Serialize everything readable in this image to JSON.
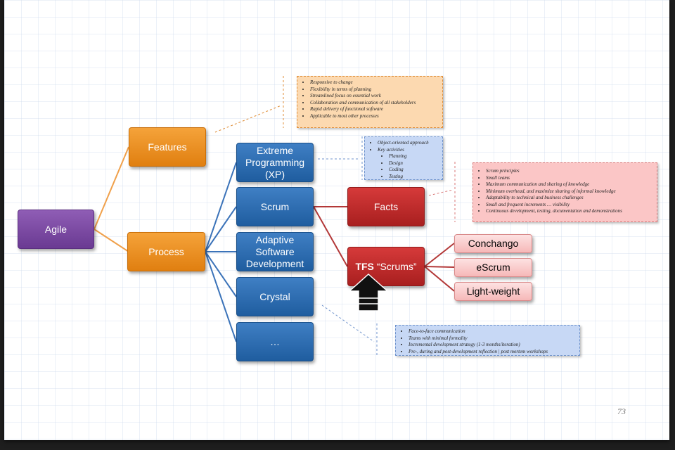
{
  "nodes": {
    "agile": "Agile",
    "features": "Features",
    "process": "Process",
    "xp": "Extreme\nProgramming\n(XP)",
    "scrum": "Scrum",
    "asd": "Adaptive\nSoftware\nDevelopment",
    "crystal": "Crystal",
    "more": "…",
    "facts": "Facts",
    "tfs_bold": "TFS",
    "tfs_rest": " “Scrums”",
    "conchango": "Conchango",
    "escrum": "eScrum",
    "lightweight": "Light-weight"
  },
  "notes": {
    "features": [
      "Responsive to change",
      "Flexibility in terms of planning",
      "Streamlined focus on essential work",
      "Collaboration and communication of all stakeholders",
      "Rapid delivery of functional software",
      "Applicable to most other processes"
    ],
    "xp": {
      "items": [
        "Object-oriented approach",
        "Key activities"
      ],
      "sub_items": [
        "Planning",
        "Design",
        "Coding",
        "Testing"
      ]
    },
    "facts": [
      "Scrum principles",
      "Small teams",
      "Maximum communication and sharing of knowledge",
      "Minimum overhead, and maximize sharing of informal knowledge",
      "Adaptability to technical and business challenges",
      "Small and frequent increments … visibility",
      "Continuous development, testing, documentation and demonstrations"
    ],
    "crystal": [
      "Face-to-face  communication",
      "Teams with minimal formality",
      "Incremental development strategy (1-3 months/iteration)",
      "Pre-, during and post-development reflection | post mortem workshops"
    ]
  },
  "page_number": "73",
  "colors": {
    "agile": "#7b4ba5",
    "orange": "#ee8f1f",
    "blue": "#2b6cb0",
    "red": "#c02b2b",
    "pink": "#f9caca"
  },
  "icons": {
    "pointer": "up-arrow-icon"
  }
}
